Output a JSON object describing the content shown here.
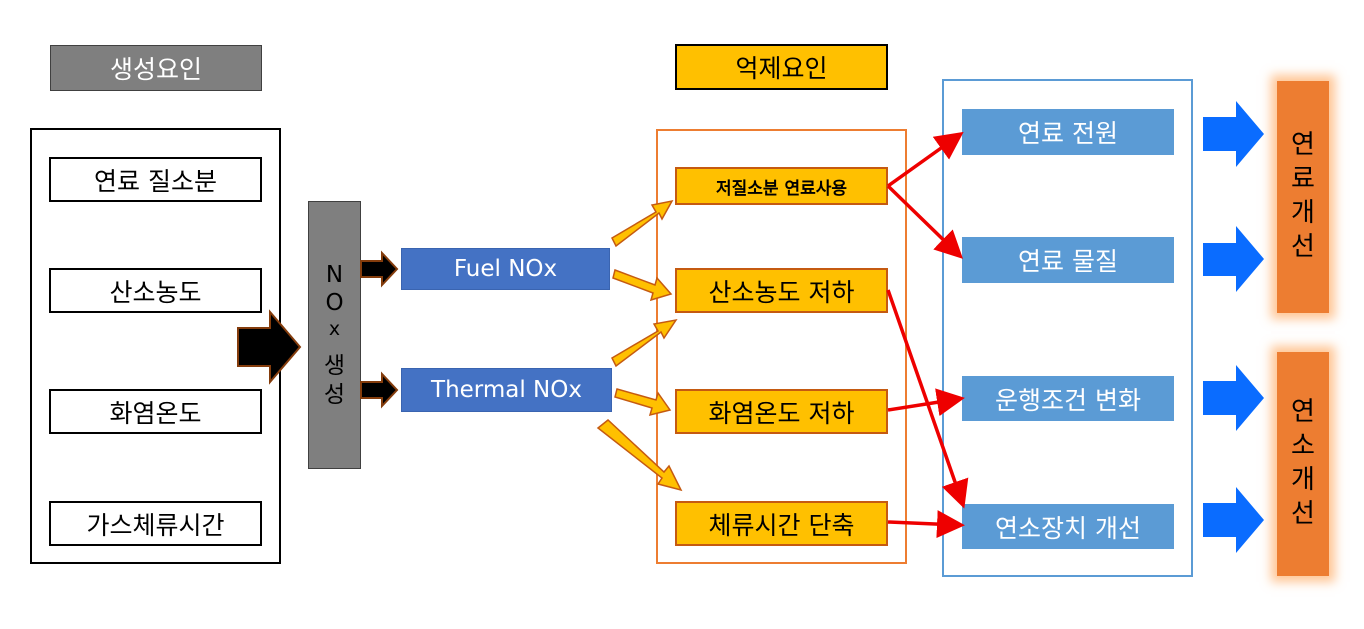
{
  "generation": {
    "title": "생성요인",
    "factors": [
      "연료 질소분",
      "산소농도",
      "화염온도",
      "가스체류시간"
    ]
  },
  "nox": {
    "chars": [
      "N",
      "O",
      "x",
      "",
      "생",
      "성"
    ]
  },
  "types": {
    "fuel": "Fuel NOx",
    "thermal": "Thermal NOx"
  },
  "suppression": {
    "title": "억제요인",
    "items": [
      "저질소분 연료사용",
      "산소농도 저하",
      "화염온도 저하",
      "체류시간 단축"
    ]
  },
  "measures": [
    "연료 전원",
    "연료 물질",
    "운행조건 변화",
    "연소장치 개선"
  ],
  "improvements": {
    "fuel": [
      "연",
      "료",
      "개",
      "선"
    ],
    "combustion": [
      "연",
      "소",
      "개",
      "선"
    ]
  },
  "colors": {
    "gray": "#7f7f7f",
    "gold": "#ffc000",
    "blue": "#4472c4",
    "light_blue": "#5b9bd5",
    "orange": "#ed7d31",
    "red_arrow": "#ee0000",
    "bright_blue_arrow": "#0a6cff"
  }
}
